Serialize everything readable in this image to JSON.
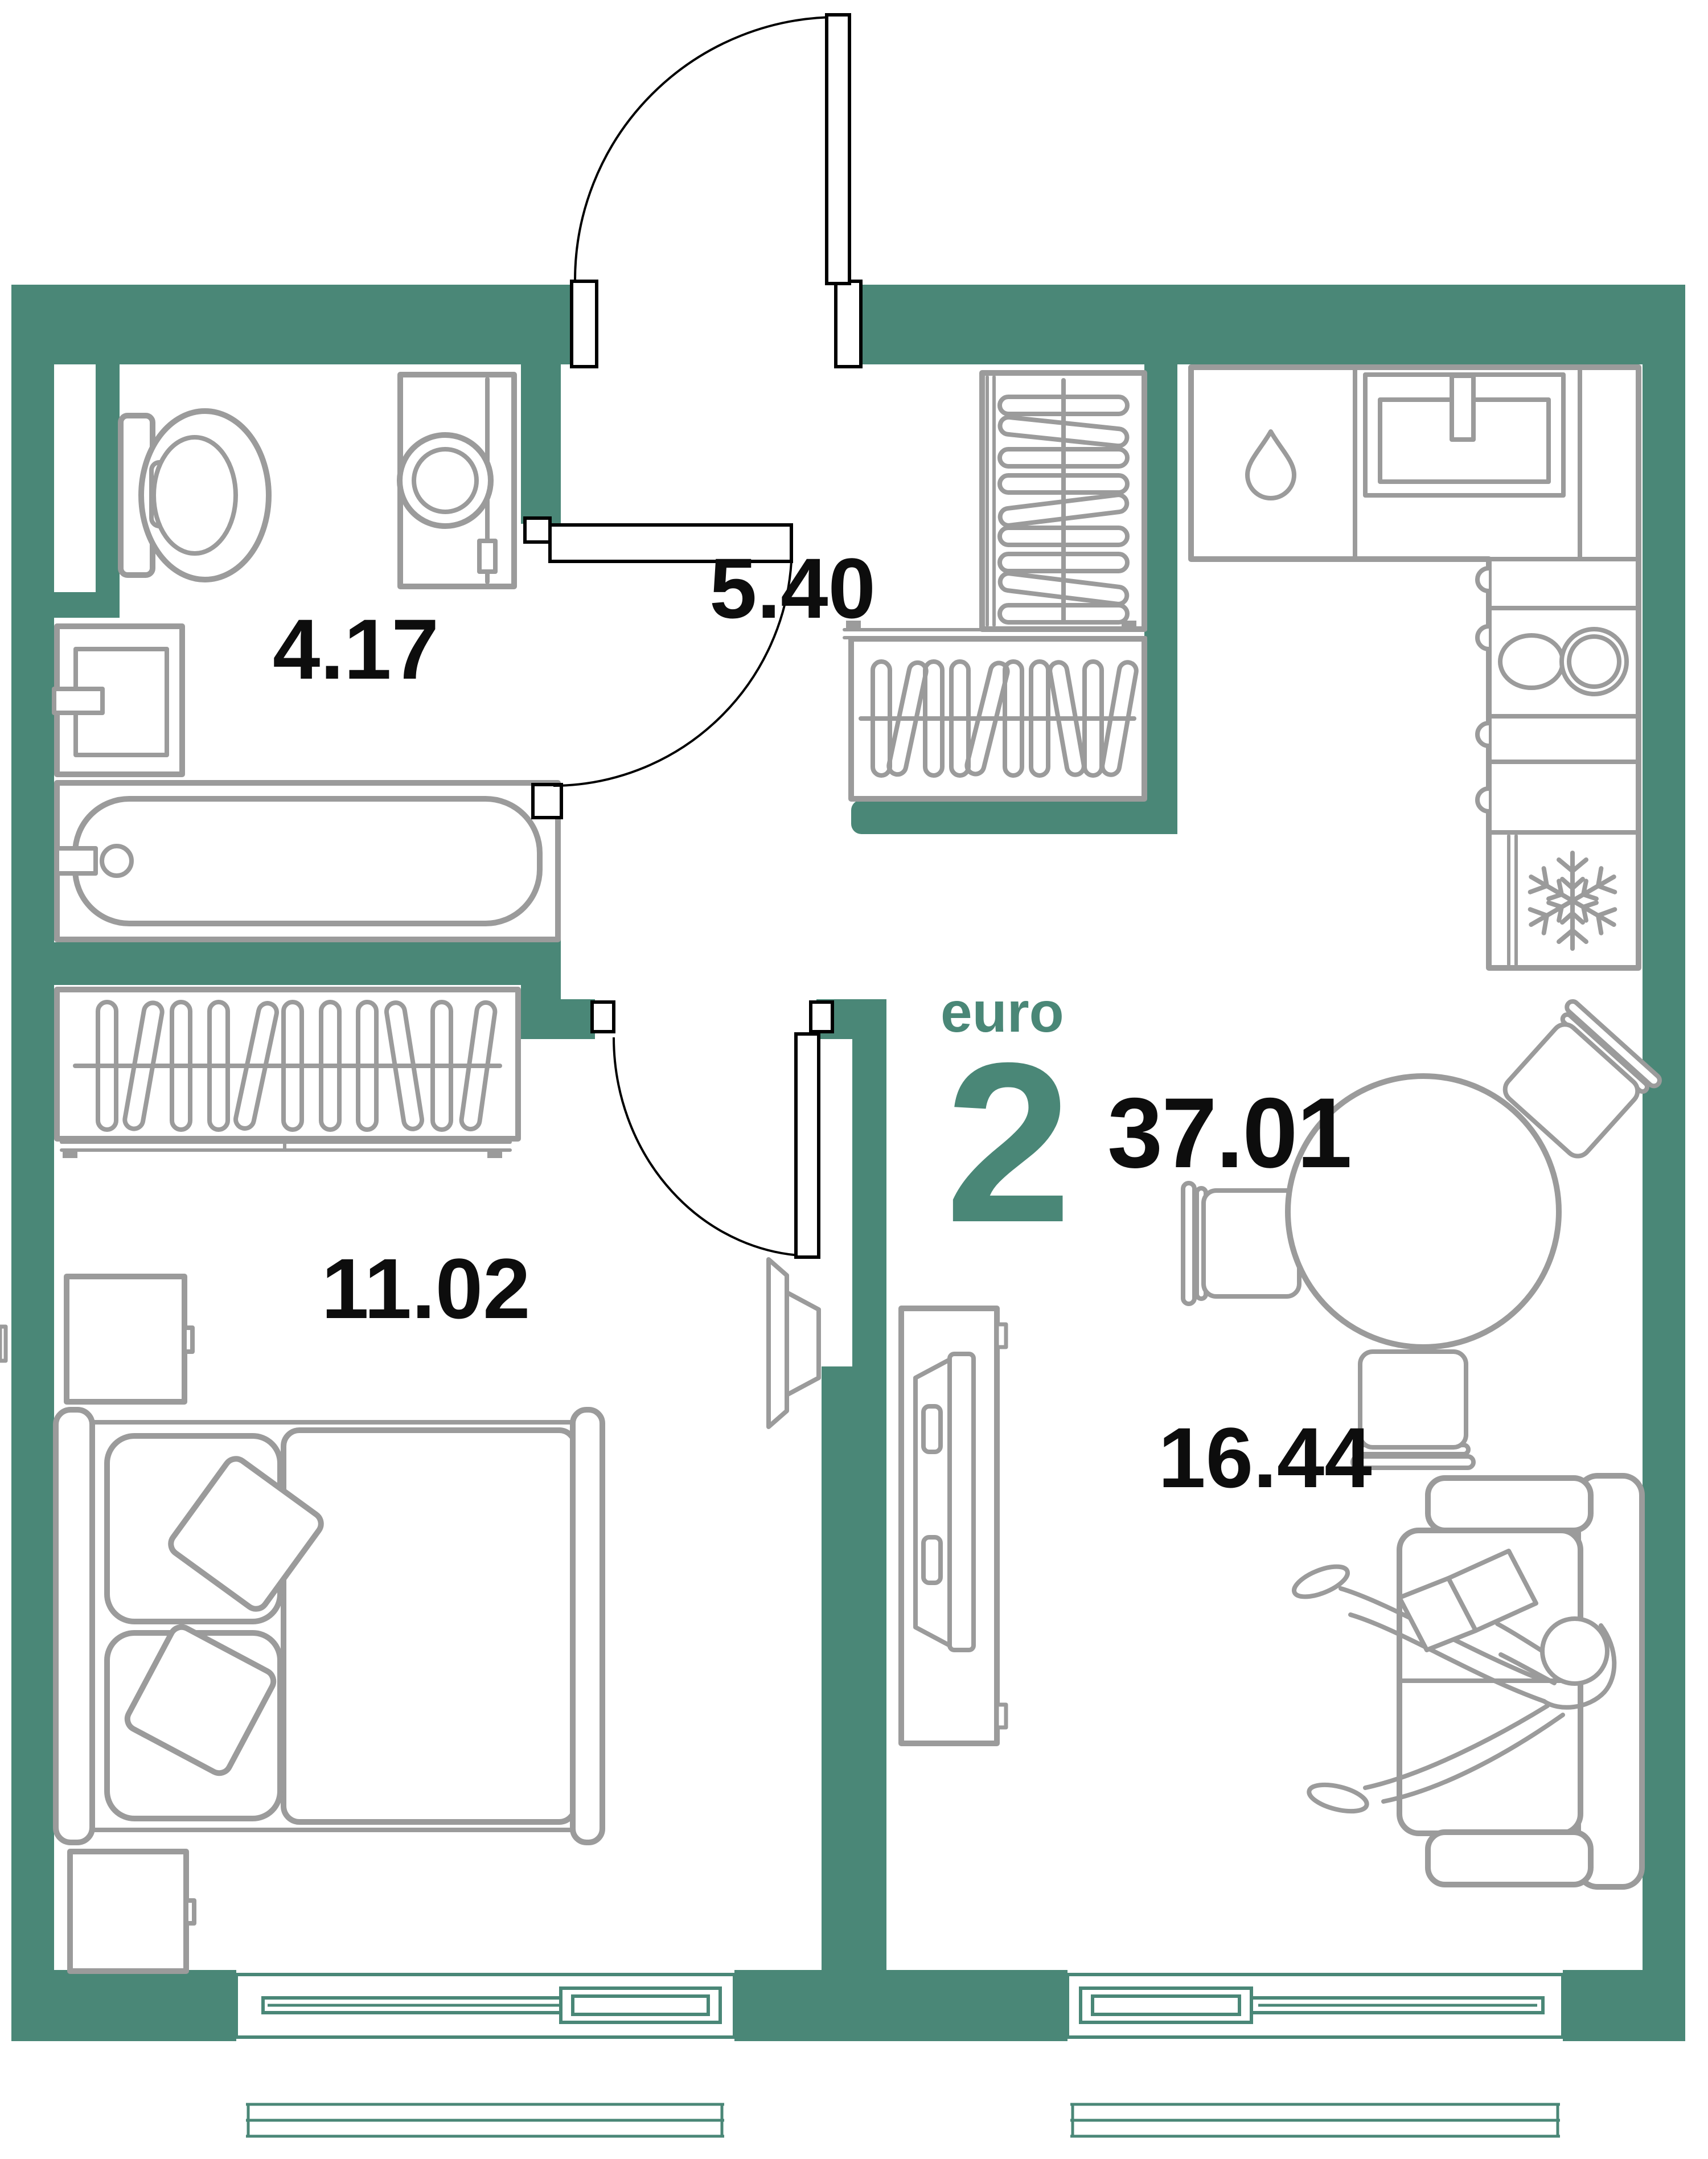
{
  "floorplan": {
    "unit_type_label": "euro",
    "rooms_count": "2",
    "total_area": "37.01",
    "room_areas": {
      "bathroom": "4.17",
      "hallway": "5.40",
      "bedroom": "11.02",
      "living_kitchen": "16.44"
    },
    "colors": {
      "wall": "#4A8777",
      "fline": "#9B9B9B",
      "ltext": "#0D0D0D",
      "accent": "#4A8777"
    }
  }
}
